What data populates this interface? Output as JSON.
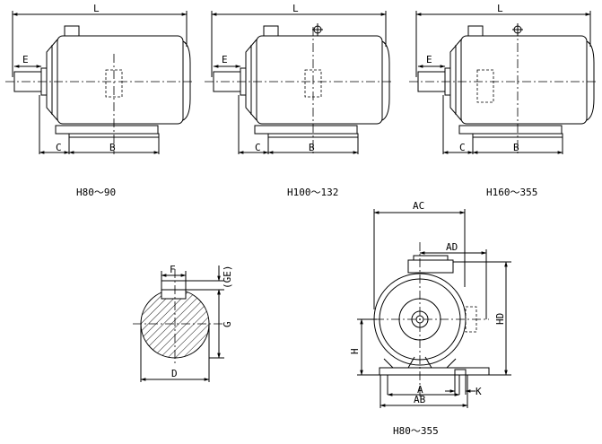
{
  "views": {
    "side_1": {
      "dims": {
        "L": "L",
        "E": "E",
        "C": "C",
        "B": "B"
      },
      "caption": "H80～90"
    },
    "side_2": {
      "dims": {
        "L": "L",
        "E": "E",
        "C": "C",
        "B": "B"
      },
      "caption": "H100～132"
    },
    "side_3": {
      "dims": {
        "L": "L",
        "E": "E",
        "C": "C",
        "B": "B"
      },
      "caption": "H160～355"
    },
    "shaft": {
      "dims": {
        "F": "F",
        "GE": "(GE)",
        "G": "G",
        "D": "D"
      }
    },
    "front": {
      "dims": {
        "AC": "AC",
        "AD": "AD",
        "HD": "HD",
        "H": "H",
        "A": "A",
        "AB": "AB",
        "K": "K"
      },
      "caption": "H80～355"
    }
  }
}
